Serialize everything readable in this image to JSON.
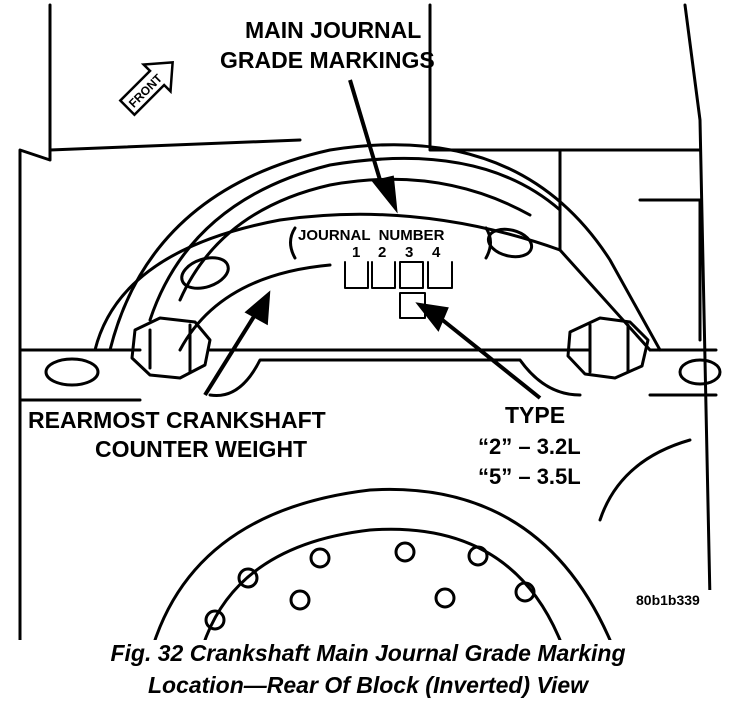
{
  "labels": {
    "main_journal_line1": "MAIN JOURNAL",
    "main_journal_line2": "GRADE MARKINGS",
    "front": "FRONT",
    "journal_number": "JOURNAL  NUMBER",
    "num1": "1",
    "num2": "2",
    "num3": "3",
    "num4": "4",
    "counter_weight_line1": "REARMOST CRANKSHAFT",
    "counter_weight_line2": "COUNTER WEIGHT",
    "type_title": "TYPE",
    "type_2": "“2” – 3.2L",
    "type_5": "“5” – 3.5L",
    "figure_id": "80b1b339"
  },
  "caption": {
    "line1": "Fig. 32 Crankshaft Main Journal Grade Marking",
    "line2": "Location—Rear Of Block (Inverted) View"
  }
}
